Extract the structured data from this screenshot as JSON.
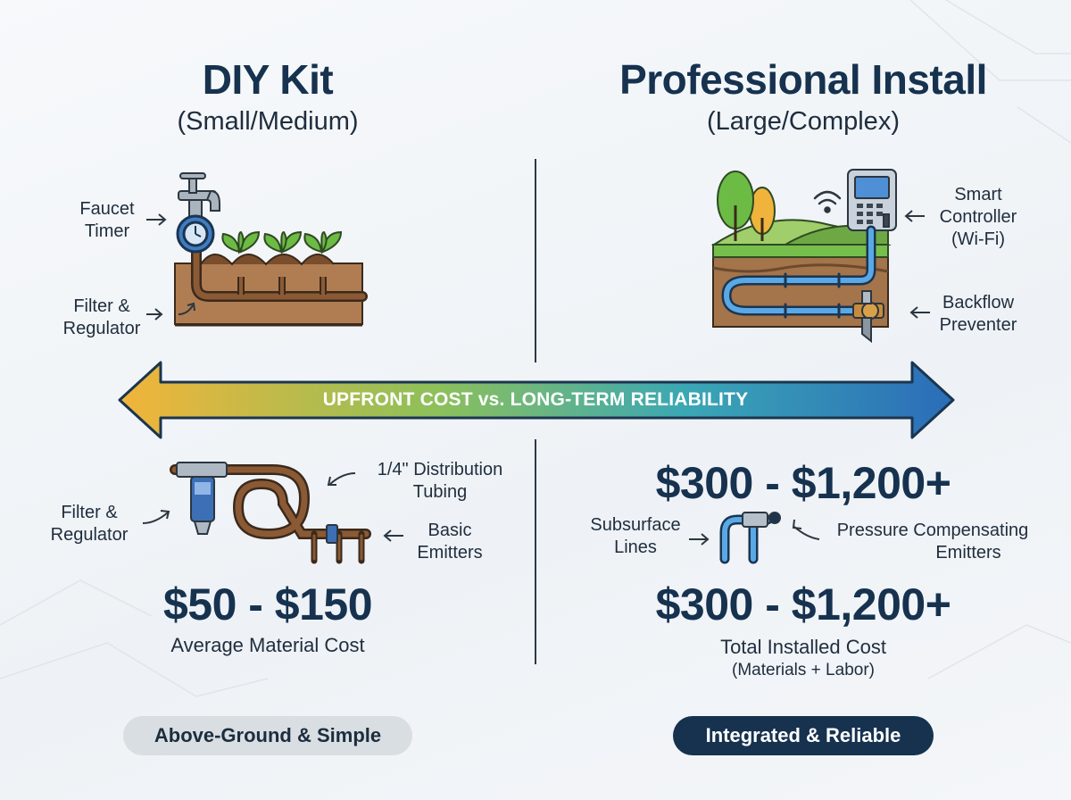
{
  "left": {
    "title": "DIY Kit",
    "subtitle": "(Small/Medium)",
    "labels": {
      "faucet_timer": [
        "Faucet",
        "Timer"
      ],
      "filter_regulator_top": [
        "Filter &",
        "Regulator"
      ],
      "distribution_tubing": [
        "1/4\" Distribution",
        "Tubing"
      ],
      "filter_regulator_bottom": [
        "Filter &",
        "Regulator"
      ],
      "basic_emitters": [
        "Basic",
        "Emitters"
      ]
    },
    "price": "$50 - $150",
    "price_caption": "Average Material Cost",
    "badge": "Above-Ground & Simple"
  },
  "right": {
    "title": "Professional Install",
    "subtitle": "(Large/Complex)",
    "labels": {
      "smart_controller": [
        "Smart",
        "Controller",
        "(Wi-Fi)"
      ],
      "backflow_preventer": [
        "Backflow",
        "Preventer"
      ],
      "subsurface_lines": [
        "Subsurface",
        "Lines"
      ],
      "pressure_compensating": [
        "Pressure Compensating",
        "Emitters"
      ]
    },
    "price_top": "$300 - $1,200+",
    "price": "$300 - $1,200+",
    "price_caption": "Total Installed Cost",
    "price_caption_sub": "(Materials + Labor)",
    "badge": "Integrated & Reliable"
  },
  "arrow": {
    "text": "UPFRONT COST vs. LONG-TERM RELIABILITY",
    "gradient": [
      "#f2b43a",
      "#8dc05a",
      "#3aa7b5",
      "#2b6cb8"
    ]
  },
  "colors": {
    "navy": "#16324f",
    "soil": "#a4744a",
    "pipe": "#6b4a2e",
    "water_pipe": "#5aa8e6",
    "leaf": "#6cbb45"
  },
  "icons": [
    "faucet-icon",
    "timer-gauge-icon",
    "plant-bed-icon",
    "wifi-icon",
    "smart-controller-icon",
    "tree-icon",
    "backflow-valve-icon",
    "filter-icon",
    "tubing-coil-icon",
    "pipe-fitting-icon"
  ]
}
